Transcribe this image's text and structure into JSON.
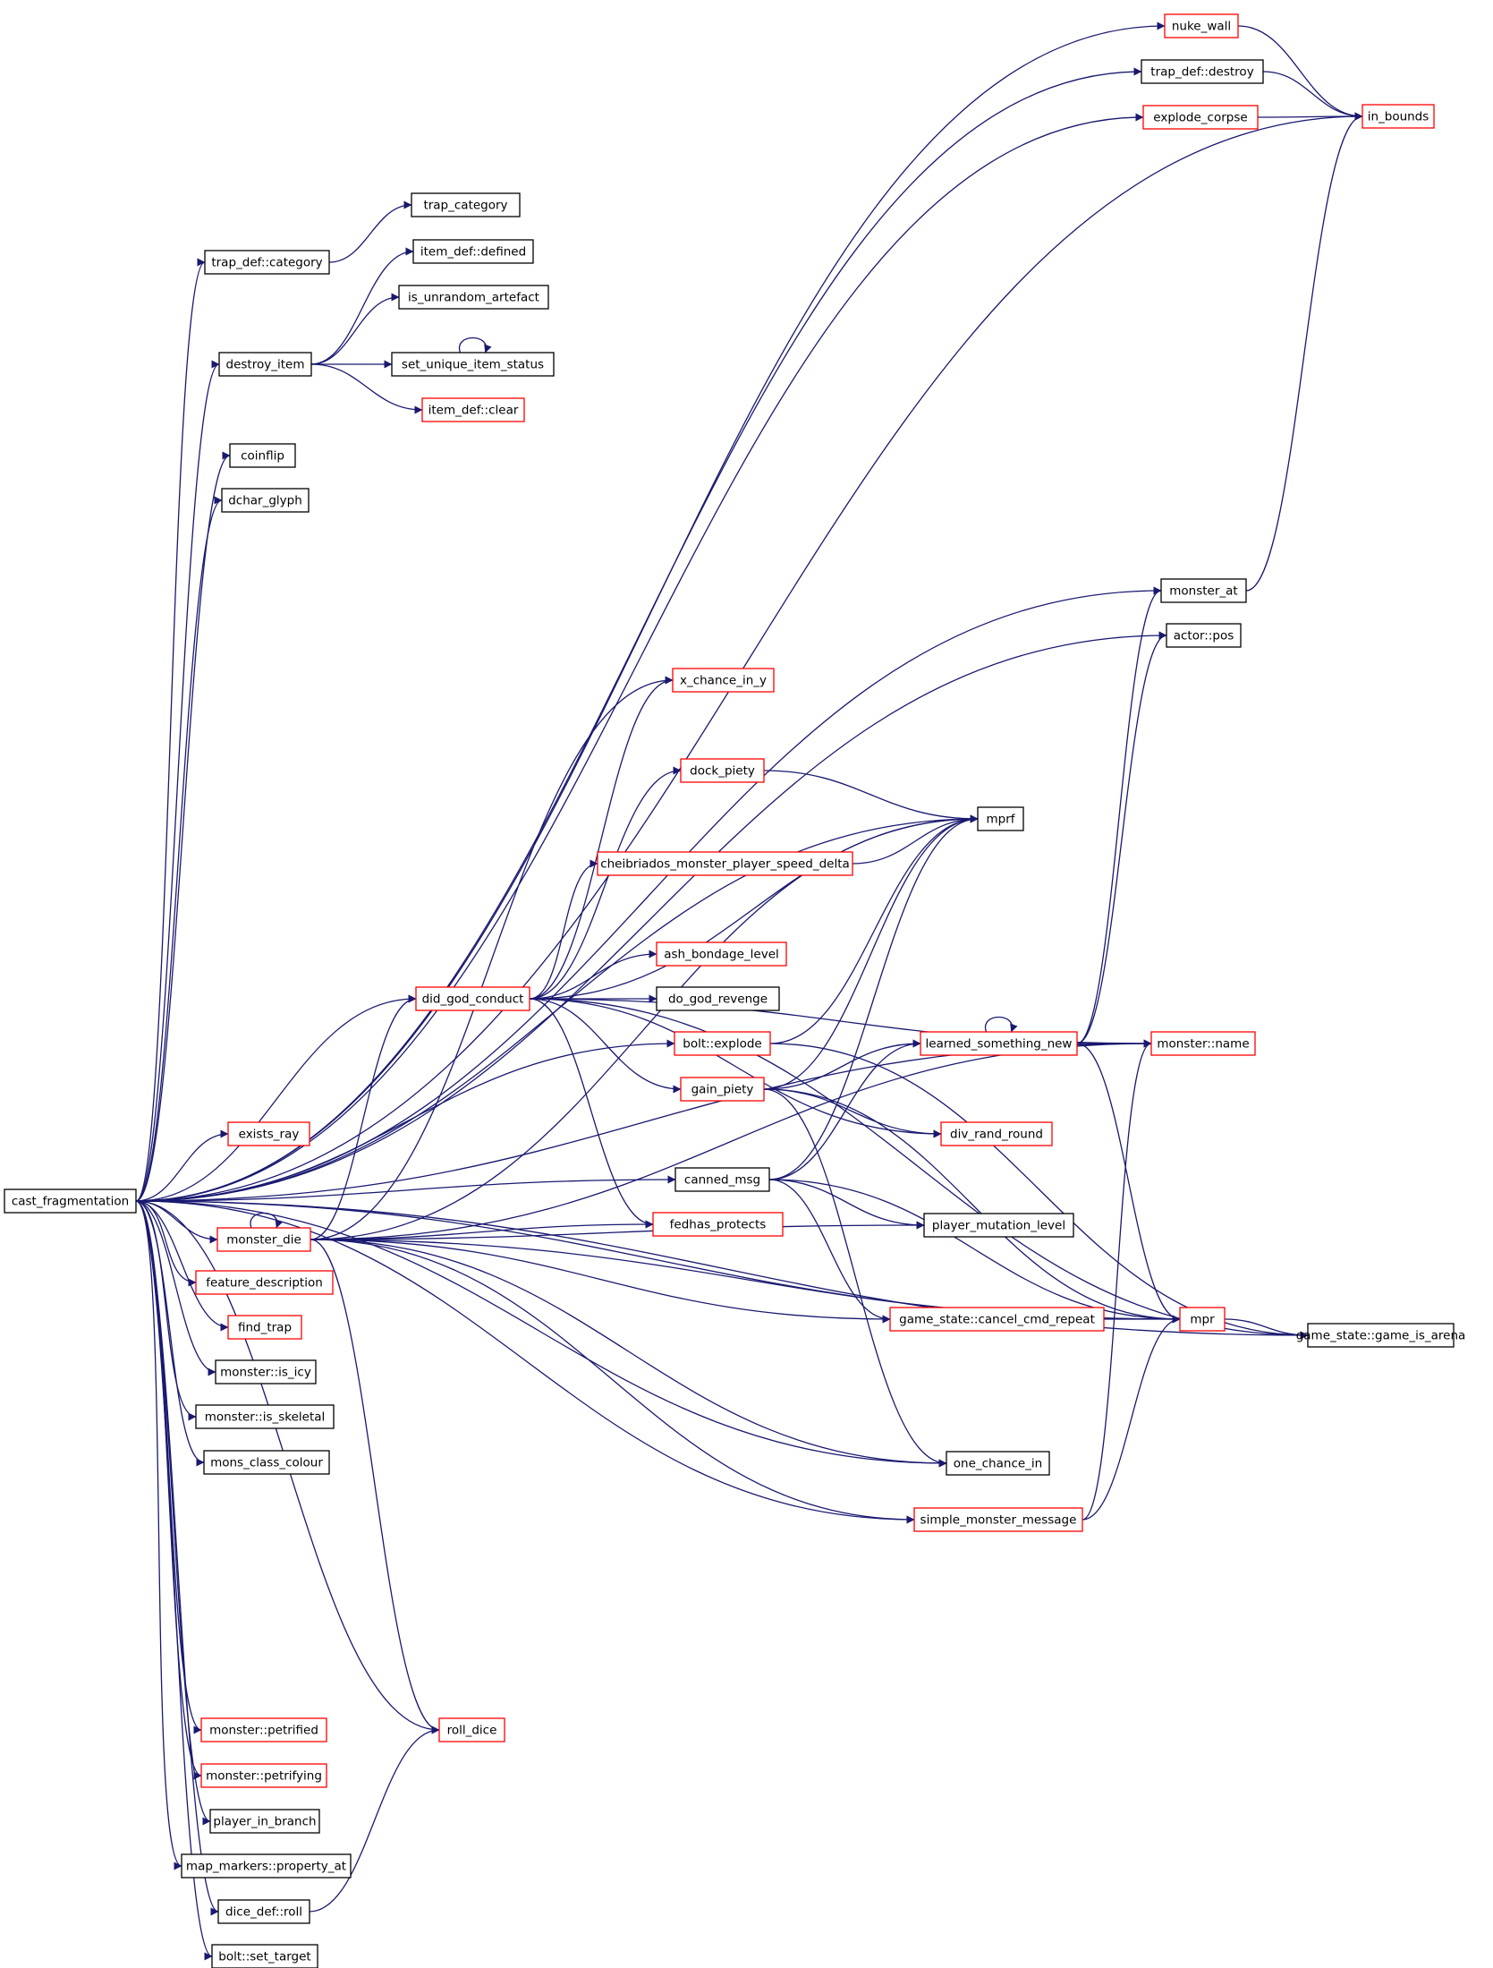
{
  "colors": {
    "edge": "#191970",
    "node_border_default": "#000000",
    "node_border_truncated": "#ff0000",
    "root_fill": "#bfbfbf",
    "background": "#ffffff"
  },
  "graph": {
    "root": "cast_fragmentation",
    "nodes": [
      {
        "id": "cast_fragmentation",
        "label": "cast_fragmentation",
        "style": "root"
      },
      {
        "id": "nuke_wall",
        "label": "nuke_wall",
        "style": "red"
      },
      {
        "id": "trap_destroy",
        "label": "trap_def::destroy",
        "style": "black"
      },
      {
        "id": "explode_corpse",
        "label": "explode_corpse",
        "style": "red"
      },
      {
        "id": "in_bounds",
        "label": "in_bounds",
        "style": "red"
      },
      {
        "id": "trap_category",
        "label": "trap_category",
        "style": "black"
      },
      {
        "id": "trap_def_category",
        "label": "trap_def::category",
        "style": "black"
      },
      {
        "id": "item_def_defined",
        "label": "item_def::defined",
        "style": "black"
      },
      {
        "id": "is_unrandom_artefact",
        "label": "is_unrandom_artefact",
        "style": "black"
      },
      {
        "id": "destroy_item",
        "label": "destroy_item",
        "style": "black"
      },
      {
        "id": "set_unique_item_status",
        "label": "set_unique_item_status",
        "style": "black"
      },
      {
        "id": "item_def_clear",
        "label": "item_def::clear",
        "style": "red"
      },
      {
        "id": "coinflip",
        "label": "coinflip",
        "style": "black"
      },
      {
        "id": "dchar_glyph",
        "label": "dchar_glyph",
        "style": "black"
      },
      {
        "id": "monster_at",
        "label": "monster_at",
        "style": "black"
      },
      {
        "id": "actor_pos",
        "label": "actor::pos",
        "style": "black"
      },
      {
        "id": "x_chance_in_y",
        "label": "x_chance_in_y",
        "style": "red"
      },
      {
        "id": "dock_piety",
        "label": "dock_piety",
        "style": "red"
      },
      {
        "id": "mprf",
        "label": "mprf",
        "style": "black"
      },
      {
        "id": "cheibriados",
        "label": "cheibriados_monster_player_speed_delta",
        "style": "red"
      },
      {
        "id": "ash_bondage_level",
        "label": "ash_bondage_level",
        "style": "red"
      },
      {
        "id": "did_god_conduct",
        "label": "did_god_conduct",
        "style": "red"
      },
      {
        "id": "do_god_revenge",
        "label": "do_god_revenge",
        "style": "black"
      },
      {
        "id": "bolt_explode",
        "label": "bolt::explode",
        "style": "red"
      },
      {
        "id": "learned_something_new",
        "label": "learned_something_new",
        "style": "red"
      },
      {
        "id": "monster_name",
        "label": "monster::name",
        "style": "red"
      },
      {
        "id": "gain_piety",
        "label": "gain_piety",
        "style": "red"
      },
      {
        "id": "div_rand_round",
        "label": "div_rand_round",
        "style": "red"
      },
      {
        "id": "exists_ray",
        "label": "exists_ray",
        "style": "red"
      },
      {
        "id": "canned_msg",
        "label": "canned_msg",
        "style": "black"
      },
      {
        "id": "monster_die",
        "label": "monster_die",
        "style": "red"
      },
      {
        "id": "fedhas_protects",
        "label": "fedhas_protects",
        "style": "red"
      },
      {
        "id": "player_mutation_level",
        "label": "player_mutation_level",
        "style": "black"
      },
      {
        "id": "feature_description",
        "label": "feature_description",
        "style": "red"
      },
      {
        "id": "find_trap",
        "label": "find_trap",
        "style": "red"
      },
      {
        "id": "cancel_cmd_repeat",
        "label": "game_state::cancel_cmd_repeat",
        "style": "red"
      },
      {
        "id": "mpr",
        "label": "mpr",
        "style": "red"
      },
      {
        "id": "game_is_arena",
        "label": "game_state::game_is_arena",
        "style": "black"
      },
      {
        "id": "monster_is_icy",
        "label": "monster::is_icy",
        "style": "black"
      },
      {
        "id": "monster_is_skeletal",
        "label": "monster::is_skeletal",
        "style": "black"
      },
      {
        "id": "mons_class_colour",
        "label": "mons_class_colour",
        "style": "black"
      },
      {
        "id": "one_chance_in",
        "label": "one_chance_in",
        "style": "black"
      },
      {
        "id": "simple_monster_message",
        "label": "simple_monster_message",
        "style": "red"
      },
      {
        "id": "monster_petrified",
        "label": "monster::petrified",
        "style": "red"
      },
      {
        "id": "roll_dice",
        "label": "roll_dice",
        "style": "red"
      },
      {
        "id": "monster_petrifying",
        "label": "monster::petrifying",
        "style": "red"
      },
      {
        "id": "player_in_branch",
        "label": "player_in_branch",
        "style": "black"
      },
      {
        "id": "property_at",
        "label": "map_markers::property_at",
        "style": "black"
      },
      {
        "id": "dice_def_roll",
        "label": "dice_def::roll",
        "style": "black"
      },
      {
        "id": "bolt_set_target",
        "label": "bolt::set_target",
        "style": "black"
      }
    ],
    "edges": [
      [
        "cast_fragmentation",
        "nuke_wall"
      ],
      [
        "cast_fragmentation",
        "trap_destroy"
      ],
      [
        "cast_fragmentation",
        "explode_corpse"
      ],
      [
        "cast_fragmentation",
        "trap_def_category"
      ],
      [
        "cast_fragmentation",
        "destroy_item"
      ],
      [
        "cast_fragmentation",
        "coinflip"
      ],
      [
        "cast_fragmentation",
        "dchar_glyph"
      ],
      [
        "cast_fragmentation",
        "monster_at"
      ],
      [
        "cast_fragmentation",
        "actor_pos"
      ],
      [
        "cast_fragmentation",
        "mprf"
      ],
      [
        "cast_fragmentation",
        "monster_name"
      ],
      [
        "cast_fragmentation",
        "in_bounds"
      ],
      [
        "cast_fragmentation",
        "did_god_conduct"
      ],
      [
        "cast_fragmentation",
        "bolt_explode"
      ],
      [
        "cast_fragmentation",
        "exists_ray"
      ],
      [
        "cast_fragmentation",
        "canned_msg"
      ],
      [
        "cast_fragmentation",
        "monster_die"
      ],
      [
        "cast_fragmentation",
        "feature_description"
      ],
      [
        "cast_fragmentation",
        "find_trap"
      ],
      [
        "cast_fragmentation",
        "monster_is_icy"
      ],
      [
        "cast_fragmentation",
        "monster_is_skeletal"
      ],
      [
        "cast_fragmentation",
        "mons_class_colour"
      ],
      [
        "cast_fragmentation",
        "one_chance_in"
      ],
      [
        "cast_fragmentation",
        "simple_monster_message"
      ],
      [
        "cast_fragmentation",
        "game_is_arena"
      ],
      [
        "cast_fragmentation",
        "mpr"
      ],
      [
        "cast_fragmentation",
        "monster_petrified"
      ],
      [
        "cast_fragmentation",
        "roll_dice"
      ],
      [
        "cast_fragmentation",
        "monster_petrifying"
      ],
      [
        "cast_fragmentation",
        "player_in_branch"
      ],
      [
        "cast_fragmentation",
        "property_at"
      ],
      [
        "cast_fragmentation",
        "dice_def_roll"
      ],
      [
        "cast_fragmentation",
        "bolt_set_target"
      ],
      [
        "nuke_wall",
        "in_bounds"
      ],
      [
        "trap_destroy",
        "in_bounds"
      ],
      [
        "explode_corpse",
        "in_bounds"
      ],
      [
        "trap_def_category",
        "trap_category"
      ],
      [
        "destroy_item",
        "item_def_defined"
      ],
      [
        "destroy_item",
        "is_unrandom_artefact"
      ],
      [
        "destroy_item",
        "set_unique_item_status"
      ],
      [
        "destroy_item",
        "item_def_clear"
      ],
      [
        "set_unique_item_status",
        "set_unique_item_status"
      ],
      [
        "monster_at",
        "in_bounds"
      ],
      [
        "did_god_conduct",
        "x_chance_in_y"
      ],
      [
        "did_god_conduct",
        "dock_piety"
      ],
      [
        "did_god_conduct",
        "mprf"
      ],
      [
        "did_god_conduct",
        "cheibriados"
      ],
      [
        "did_god_conduct",
        "ash_bondage_level"
      ],
      [
        "did_god_conduct",
        "do_god_revenge"
      ],
      [
        "did_god_conduct",
        "monster_name"
      ],
      [
        "did_god_conduct",
        "gain_piety"
      ],
      [
        "did_god_conduct",
        "div_rand_round"
      ],
      [
        "did_god_conduct",
        "fedhas_protects"
      ],
      [
        "did_god_conduct",
        "game_is_arena"
      ],
      [
        "dock_piety",
        "mprf"
      ],
      [
        "cheibriados",
        "mprf"
      ],
      [
        "bolt_explode",
        "mprf"
      ],
      [
        "bolt_explode",
        "game_is_arena"
      ],
      [
        "gain_piety",
        "learned_something_new"
      ],
      [
        "gain_piety",
        "div_rand_round"
      ],
      [
        "gain_piety",
        "mprf"
      ],
      [
        "gain_piety",
        "one_chance_in"
      ],
      [
        "gain_piety",
        "mpr"
      ],
      [
        "learned_something_new",
        "learned_something_new"
      ],
      [
        "learned_something_new",
        "monster_at"
      ],
      [
        "learned_something_new",
        "actor_pos"
      ],
      [
        "learned_something_new",
        "monster_name"
      ],
      [
        "learned_something_new",
        "mpr"
      ],
      [
        "canned_msg",
        "mprf"
      ],
      [
        "canned_msg",
        "learned_something_new"
      ],
      [
        "canned_msg",
        "player_mutation_level"
      ],
      [
        "canned_msg",
        "cancel_cmd_repeat"
      ],
      [
        "canned_msg",
        "mpr"
      ],
      [
        "monster_die",
        "monster_die"
      ],
      [
        "monster_die",
        "did_god_conduct"
      ],
      [
        "monster_die",
        "x_chance_in_y"
      ],
      [
        "monster_die",
        "mprf"
      ],
      [
        "monster_die",
        "monster_name"
      ],
      [
        "monster_die",
        "fedhas_protects"
      ],
      [
        "monster_die",
        "player_mutation_level"
      ],
      [
        "monster_die",
        "cancel_cmd_repeat"
      ],
      [
        "monster_die",
        "one_chance_in"
      ],
      [
        "monster_die",
        "simple_monster_message"
      ],
      [
        "monster_die",
        "mpr"
      ],
      [
        "monster_die",
        "roll_dice"
      ],
      [
        "cancel_cmd_repeat",
        "mpr"
      ],
      [
        "mpr",
        "game_is_arena"
      ],
      [
        "simple_monster_message",
        "monster_name"
      ],
      [
        "simple_monster_message",
        "mpr"
      ],
      [
        "dice_def_roll",
        "roll_dice"
      ]
    ]
  }
}
